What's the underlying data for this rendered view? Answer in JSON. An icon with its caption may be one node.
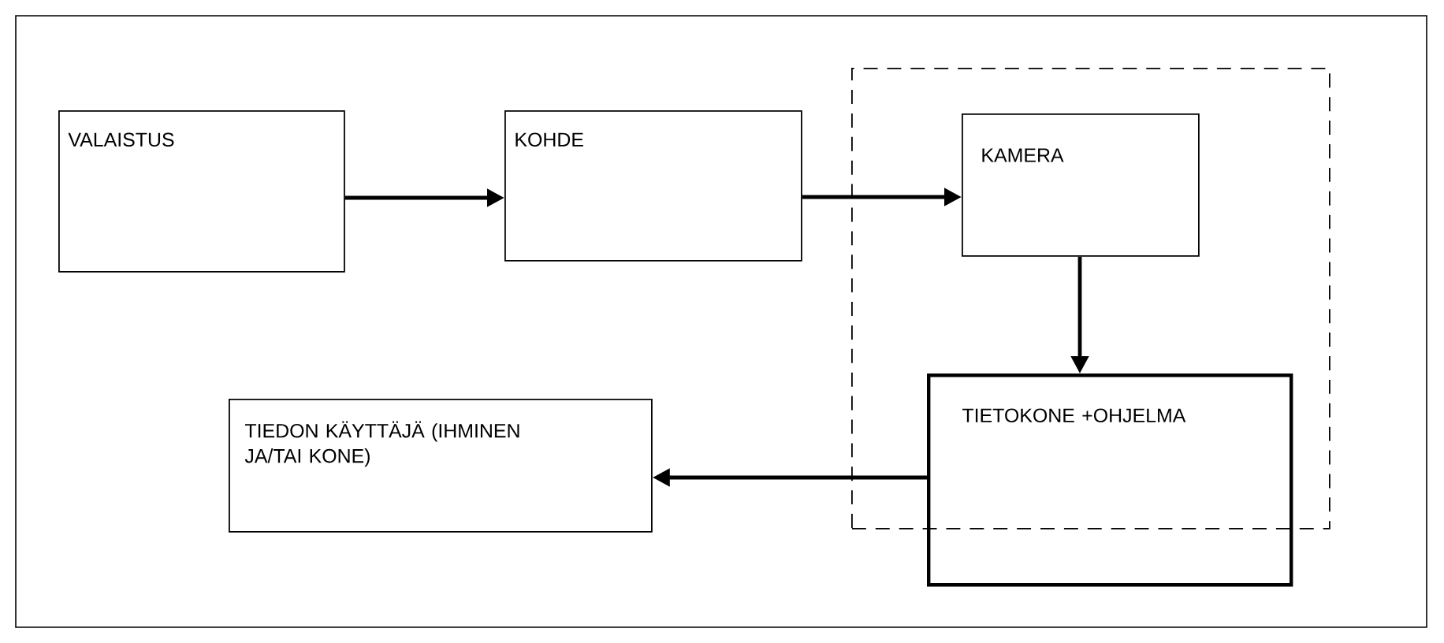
{
  "diagram": {
    "nodes": [
      {
        "text": [
          "VALAISTUS"
        ]
      },
      {
        "text": [
          "KOHDE"
        ]
      },
      {
        "text": [],
        "shape": "box"
      },
      {
        "text": [
          "KAMERA"
        ],
        "in": 2
      },
      {
        "text": [
          "TIETOKONE +OHJELMA"
        ]
      },
      {
        "text": [
          "TIEDON KÄYTTÄJÄ (IHMINEN JA/TAI KONE)"
        ]
      }
    ],
    "edges": [
      {
        "from": 0,
        "to": 1,
        "arrow": "to"
      },
      {
        "from": 1,
        "to": 3,
        "arrow": "to"
      },
      {
        "from": 3,
        "to": 4,
        "arrow": "to"
      },
      {
        "from": 4,
        "to": 5,
        "arrow": "to"
      }
    ]
  }
}
